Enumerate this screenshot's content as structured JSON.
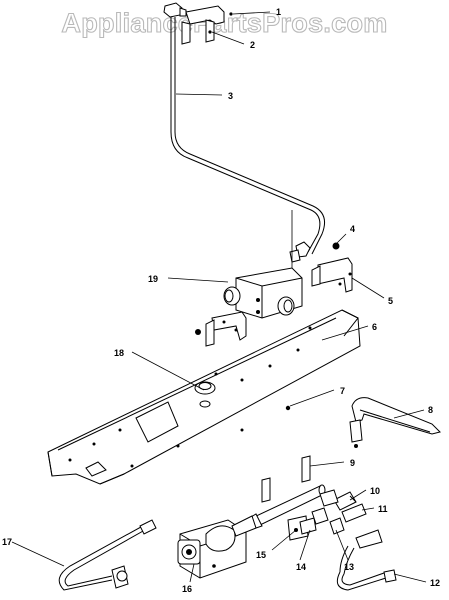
{
  "watermark": "AppliancePartsPros.com",
  "callouts": [
    {
      "num": "1"
    },
    {
      "num": "2"
    },
    {
      "num": "3"
    },
    {
      "num": "4"
    },
    {
      "num": "5"
    },
    {
      "num": "6"
    },
    {
      "num": "7"
    },
    {
      "num": "8"
    },
    {
      "num": "9"
    },
    {
      "num": "10"
    },
    {
      "num": "11"
    },
    {
      "num": "12"
    },
    {
      "num": "13"
    },
    {
      "num": "14"
    },
    {
      "num": "15"
    },
    {
      "num": "16"
    },
    {
      "num": "17"
    },
    {
      "num": "18"
    },
    {
      "num": "19"
    }
  ]
}
